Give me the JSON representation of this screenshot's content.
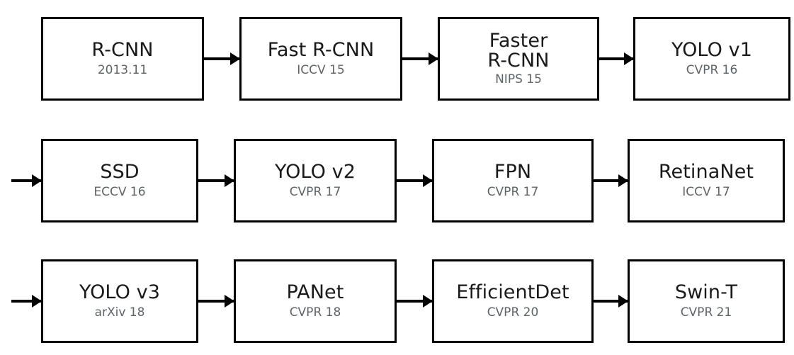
{
  "diagram": {
    "type": "flowchart",
    "orientation": "left-to-right, wrapping rows",
    "rows": [
      {
        "lead_arrow": false,
        "nodes": [
          {
            "title": "R-CNN",
            "title_line2": "",
            "venue": "2013.11"
          },
          {
            "title": "Fast R-CNN",
            "title_line2": "",
            "venue": "ICCV 15"
          },
          {
            "title": "Faster",
            "title_line2": "R-CNN",
            "venue": "NIPS 15"
          },
          {
            "title": "YOLO v1",
            "title_line2": "",
            "venue": "CVPR 16"
          }
        ]
      },
      {
        "lead_arrow": true,
        "nodes": [
          {
            "title": "SSD",
            "title_line2": "",
            "venue": "ECCV 16"
          },
          {
            "title": "YOLO v2",
            "title_line2": "",
            "venue": "CVPR 17"
          },
          {
            "title": "FPN",
            "title_line2": "",
            "venue": "CVPR 17"
          },
          {
            "title": "RetinaNet",
            "title_line2": "",
            "venue": "ICCV 17"
          }
        ]
      },
      {
        "lead_arrow": true,
        "nodes": [
          {
            "title": "YOLO v3",
            "title_line2": "",
            "venue": "arXiv 18"
          },
          {
            "title": "PANet",
            "title_line2": "",
            "venue": "CVPR 18"
          },
          {
            "title": "EfficientDet",
            "title_line2": "",
            "venue": "CVPR 20"
          },
          {
            "title": "Swin-T",
            "title_line2": "",
            "venue": "CVPR 21"
          }
        ]
      }
    ],
    "colors": {
      "border": "#000000",
      "background": "#ffffff",
      "title_text": "#1a1a1a",
      "venue_text": "#5d6569",
      "arrow": "#000000"
    }
  }
}
